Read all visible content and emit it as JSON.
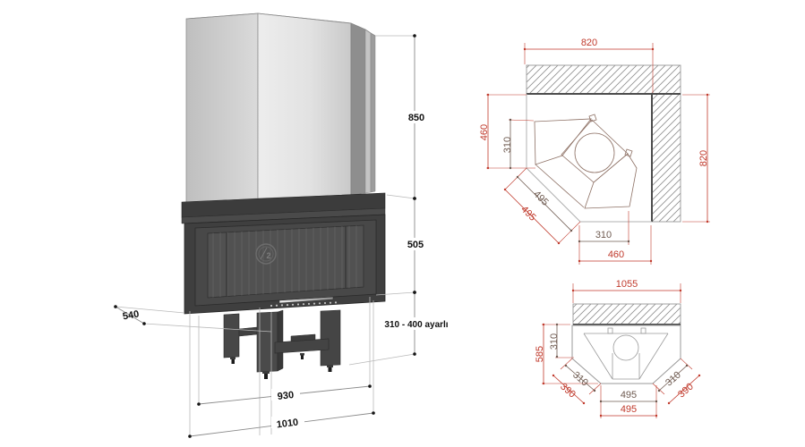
{
  "colors": {
    "dim_red": "#c0392b",
    "dim_dark": "#6f5b51",
    "label_black": "#111111"
  },
  "iso_view": {
    "emblem_glyph": "2",
    "dims": {
      "hood_height": "850",
      "firebox_height": "505",
      "base_adjustable": "310 - 400 ayarlı",
      "depth": "540",
      "width_inner": "930",
      "width_outer": "1010"
    }
  },
  "plan_top_view": {
    "dims": {
      "wall_top": "820",
      "wall_right": "820",
      "left_total": "460",
      "left_inner": "310",
      "diag_inner": "495",
      "diag_outer": "495",
      "bottom_inner": "310",
      "bottom_total": "460"
    }
  },
  "plan_front_view": {
    "dims": {
      "total_width": "1055",
      "total_height": "585",
      "top_inner": "310",
      "left_side_inner": "310",
      "left_side_outer": "390",
      "right_side_inner": "310",
      "right_side_outer": "390",
      "front_inner": "495",
      "front_outer": "495"
    }
  }
}
